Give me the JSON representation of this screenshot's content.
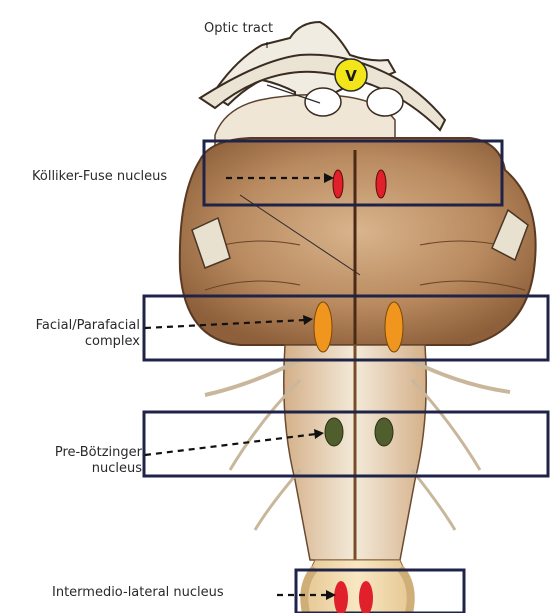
{
  "labels": {
    "optic_tract": "Optic tract",
    "kolliker_fuse": "Kölliker-Fuse nucleus",
    "facial_line1": "Facial/Parafacial",
    "facial_line2": "complex",
    "pre_botzinger_line1": "Pre-Bötzinger",
    "pre_botzinger_line2": "nucleus",
    "intermediolateral": "Intermedio-lateral nucleus",
    "marker_v": "V"
  },
  "colors": {
    "box_border": "#1f2348",
    "kolliker_fuse": "#e0202a",
    "facial_parafacial": "#f0951e",
    "pre_botzinger": "#4f5e2c",
    "intermediolateral": "#e0202a",
    "marker_v_fill": "#f2e51a",
    "tissue_light": "#eadcc3",
    "tissue_mid": "#c79a6e",
    "tissue_dark": "#8b5a32"
  }
}
